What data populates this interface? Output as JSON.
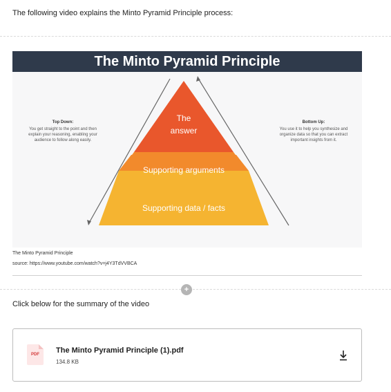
{
  "intro": {
    "text": "The following video explains the Minto Pyramid Principle process:"
  },
  "video": {
    "title": "The Minto Pyramid Principle",
    "left": {
      "title": "Top Down:",
      "lines": [
        "You get straight to the point and then",
        "explain your reasoning, enabling your",
        "audience to follow along easily."
      ]
    },
    "right": {
      "title": "Bottom Up:",
      "lines": [
        "You use it to help you synthesize and",
        "organize data so that you can extract",
        "important insights from it."
      ]
    },
    "pyramid": {
      "top_line1": "The",
      "top_line2": "answer",
      "middle": "Supporting arguments",
      "bottom": "Supporting data / facts"
    },
    "colors": {
      "header": "#2f3a4b",
      "top": "#e9572c",
      "middle": "#f28a2c",
      "bottom": "#f5b431"
    }
  },
  "caption": {
    "title": "The Minto Pyramid  Principle",
    "source": "source:  https://www.youtube.com/watch?v=j4Y3TdVVBCA"
  },
  "add_icon": "plus-icon",
  "summary_prompt": "Click below for the summary of the video",
  "file": {
    "badge": "PDF",
    "name": "The Minto Pyramid  Principle (1).pdf",
    "size": "134.8 KB",
    "download_icon": "download-icon"
  }
}
